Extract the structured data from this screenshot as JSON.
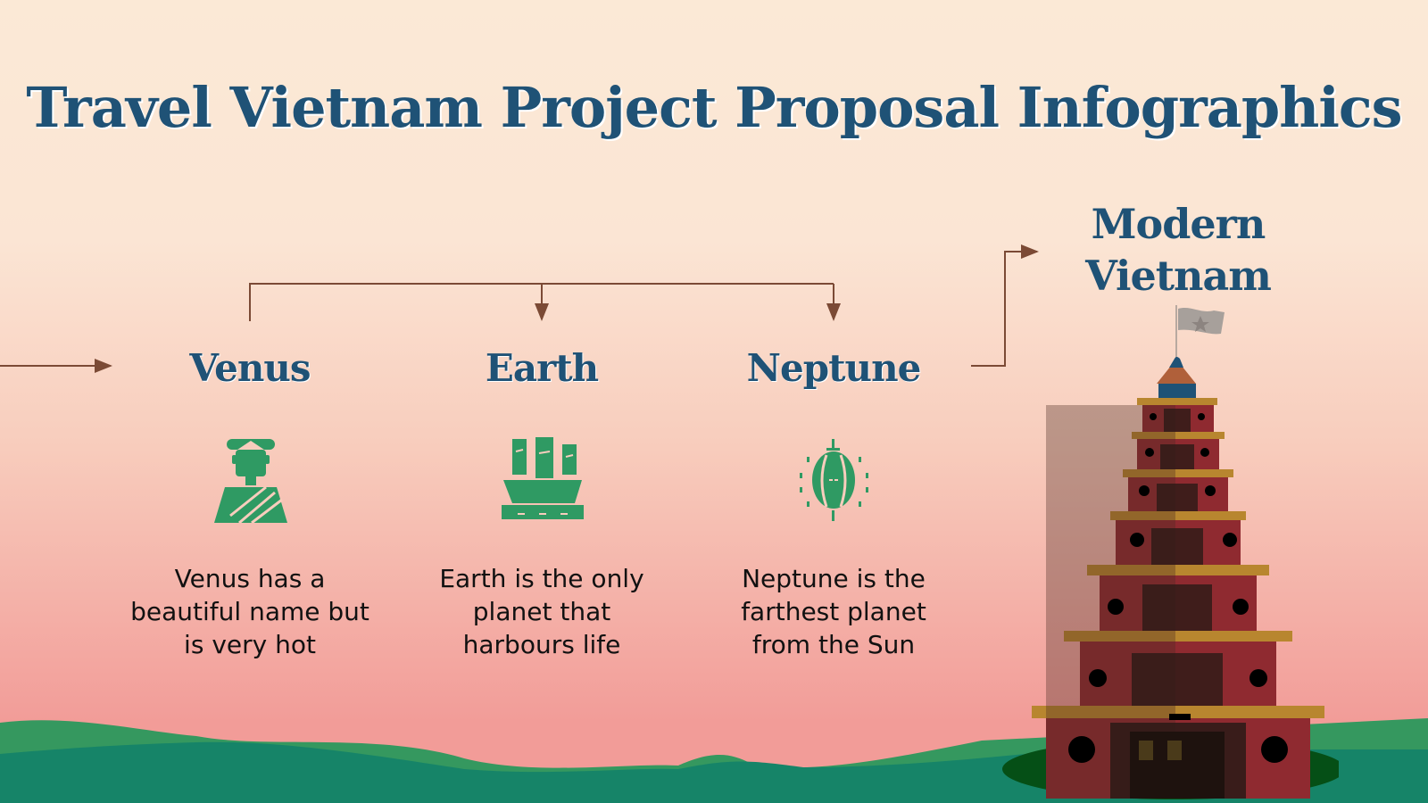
{
  "slide": {
    "title": "Travel Vietnam Project Proposal Infographics",
    "destination": {
      "line1": "Modern",
      "line2": "Vietnam"
    },
    "items": [
      {
        "name": "Venus",
        "icon": "vietnamese-person-icon",
        "description_lines": [
          "Venus has a",
          "beautiful name but",
          "is very hot"
        ]
      },
      {
        "name": "Earth",
        "icon": "junk-boat-icon",
        "description_lines": [
          "Earth is the only",
          "planet that",
          "harbours life"
        ]
      },
      {
        "name": "Neptune",
        "icon": "lantern-icon",
        "description_lines": [
          "Neptune is the",
          "farthest planet",
          "from the Sun"
        ]
      }
    ]
  },
  "colors": {
    "title": "#1f5276",
    "icon": "#2f9a63",
    "arrow": "#7b4a35",
    "ground_dark": "#168468",
    "ground_light": "#35985f"
  }
}
